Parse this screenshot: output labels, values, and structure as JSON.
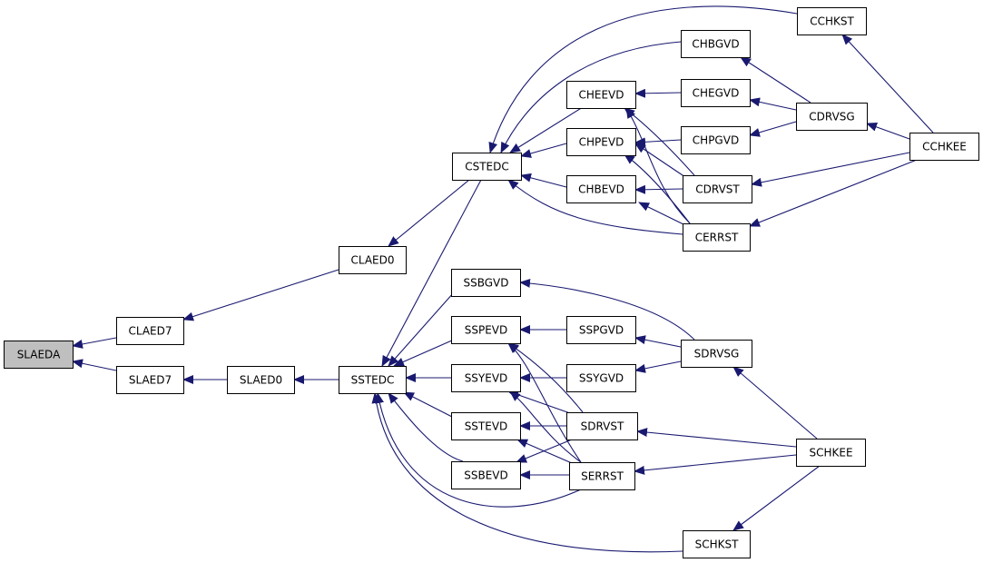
{
  "colors": {
    "edge": "#191970",
    "node_fill": "#ffffff",
    "root_fill": "#bfbfbf",
    "node_stroke": "#000000"
  },
  "nodes": [
    {
      "id": "SLAEDA",
      "label": "SLAEDA",
      "root": true
    },
    {
      "id": "CLAED7",
      "label": "CLAED7"
    },
    {
      "id": "SLAED7",
      "label": "SLAED7"
    },
    {
      "id": "CLAED0",
      "label": "CLAED0"
    },
    {
      "id": "SLAED0",
      "label": "SLAED0"
    },
    {
      "id": "SSTEDC",
      "label": "SSTEDC"
    },
    {
      "id": "CSTEDC",
      "label": "CSTEDC"
    },
    {
      "id": "CHEEVD",
      "label": "CHEEVD"
    },
    {
      "id": "CHPEVD",
      "label": "CHPEVD"
    },
    {
      "id": "CHBEVD",
      "label": "CHBEVD"
    },
    {
      "id": "CHBGVD",
      "label": "CHBGVD"
    },
    {
      "id": "CHEGVD",
      "label": "CHEGVD"
    },
    {
      "id": "CHPGVD",
      "label": "CHPGVD"
    },
    {
      "id": "CDRVST",
      "label": "CDRVST"
    },
    {
      "id": "CERRST",
      "label": "CERRST"
    },
    {
      "id": "CCHKST",
      "label": "CCHKST"
    },
    {
      "id": "CDRVSG",
      "label": "CDRVSG"
    },
    {
      "id": "CCHKEE",
      "label": "CCHKEE"
    },
    {
      "id": "SSBGVD",
      "label": "SSBGVD"
    },
    {
      "id": "SSPEVD",
      "label": "SSPEVD"
    },
    {
      "id": "SSYEVD",
      "label": "SSYEVD"
    },
    {
      "id": "SSTEVD",
      "label": "SSTEVD"
    },
    {
      "id": "SSBEVD",
      "label": "SSBEVD"
    },
    {
      "id": "SSPGVD",
      "label": "SSPGVD"
    },
    {
      "id": "SSYGVD",
      "label": "SSYGVD"
    },
    {
      "id": "SDRVST",
      "label": "SDRVST"
    },
    {
      "id": "SERRST",
      "label": "SERRST"
    },
    {
      "id": "SDRVSG",
      "label": "SDRVSG"
    },
    {
      "id": "SCHKEE",
      "label": "SCHKEE"
    },
    {
      "id": "SCHKST",
      "label": "SCHKST"
    }
  ],
  "edges": [
    {
      "from": "CLAED7",
      "to": "SLAEDA"
    },
    {
      "from": "SLAED7",
      "to": "SLAEDA"
    },
    {
      "from": "CLAED0",
      "to": "CLAED7"
    },
    {
      "from": "SLAED0",
      "to": "SLAED7"
    },
    {
      "from": "SSTEDC",
      "to": "SLAED0"
    },
    {
      "from": "CSTEDC",
      "to": "CLAED0"
    },
    {
      "from": "CCHKST",
      "to": "CSTEDC"
    },
    {
      "from": "CHBGVD",
      "to": "CSTEDC"
    },
    {
      "from": "CHEEVD",
      "to": "CSTEDC"
    },
    {
      "from": "CHPEVD",
      "to": "CSTEDC"
    },
    {
      "from": "CHBEVD",
      "to": "CSTEDC"
    },
    {
      "from": "CERRST",
      "to": "CSTEDC"
    },
    {
      "from": "CHEGVD",
      "to": "CHEEVD"
    },
    {
      "from": "CDRVST",
      "to": "CHEEVD"
    },
    {
      "from": "CERRST",
      "to": "CHEEVD"
    },
    {
      "from": "CHPGVD",
      "to": "CHPEVD"
    },
    {
      "from": "CDRVST",
      "to": "CHPEVD"
    },
    {
      "from": "CERRST",
      "to": "CHPEVD"
    },
    {
      "from": "CDRVST",
      "to": "CHBEVD"
    },
    {
      "from": "CERRST",
      "to": "CHBEVD"
    },
    {
      "from": "CDRVSG",
      "to": "CHBGVD"
    },
    {
      "from": "CDRVSG",
      "to": "CHEGVD"
    },
    {
      "from": "CDRVSG",
      "to": "CHPGVD"
    },
    {
      "from": "CCHKEE",
      "to": "CCHKST"
    },
    {
      "from": "CCHKEE",
      "to": "CDRVSG"
    },
    {
      "from": "CCHKEE",
      "to": "CDRVST"
    },
    {
      "from": "CCHKEE",
      "to": "CERRST"
    },
    {
      "from": "CSTEDC",
      "to": "SSTEDC"
    },
    {
      "from": "SSBGVD",
      "to": "SSTEDC"
    },
    {
      "from": "SSPEVD",
      "to": "SSTEDC"
    },
    {
      "from": "SSYEVD",
      "to": "SSTEDC"
    },
    {
      "from": "SSTEVD",
      "to": "SSTEDC"
    },
    {
      "from": "SSBEVD",
      "to": "SSTEDC"
    },
    {
      "from": "SERRST",
      "to": "SSTEDC"
    },
    {
      "from": "SCHKST",
      "to": "SSTEDC"
    },
    {
      "from": "SSPGVD",
      "to": "SSPEVD"
    },
    {
      "from": "SDRVST",
      "to": "SSPEVD"
    },
    {
      "from": "SERRST",
      "to": "SSPEVD"
    },
    {
      "from": "SSYGVD",
      "to": "SSYEVD"
    },
    {
      "from": "SDRVST",
      "to": "SSYEVD"
    },
    {
      "from": "SERRST",
      "to": "SSYEVD"
    },
    {
      "from": "SDRVST",
      "to": "SSTEVD"
    },
    {
      "from": "SERRST",
      "to": "SSTEVD"
    },
    {
      "from": "SDRVST",
      "to": "SSBEVD"
    },
    {
      "from": "SERRST",
      "to": "SSBEVD"
    },
    {
      "from": "SDRVSG",
      "to": "SSBGVD"
    },
    {
      "from": "SDRVSG",
      "to": "SSPGVD"
    },
    {
      "from": "SDRVSG",
      "to": "SSYGVD"
    },
    {
      "from": "SCHKEE",
      "to": "SDRVSG"
    },
    {
      "from": "SCHKEE",
      "to": "SDRVST"
    },
    {
      "from": "SCHKEE",
      "to": "SERRST"
    },
    {
      "from": "SCHKEE",
      "to": "SCHKST"
    }
  ]
}
